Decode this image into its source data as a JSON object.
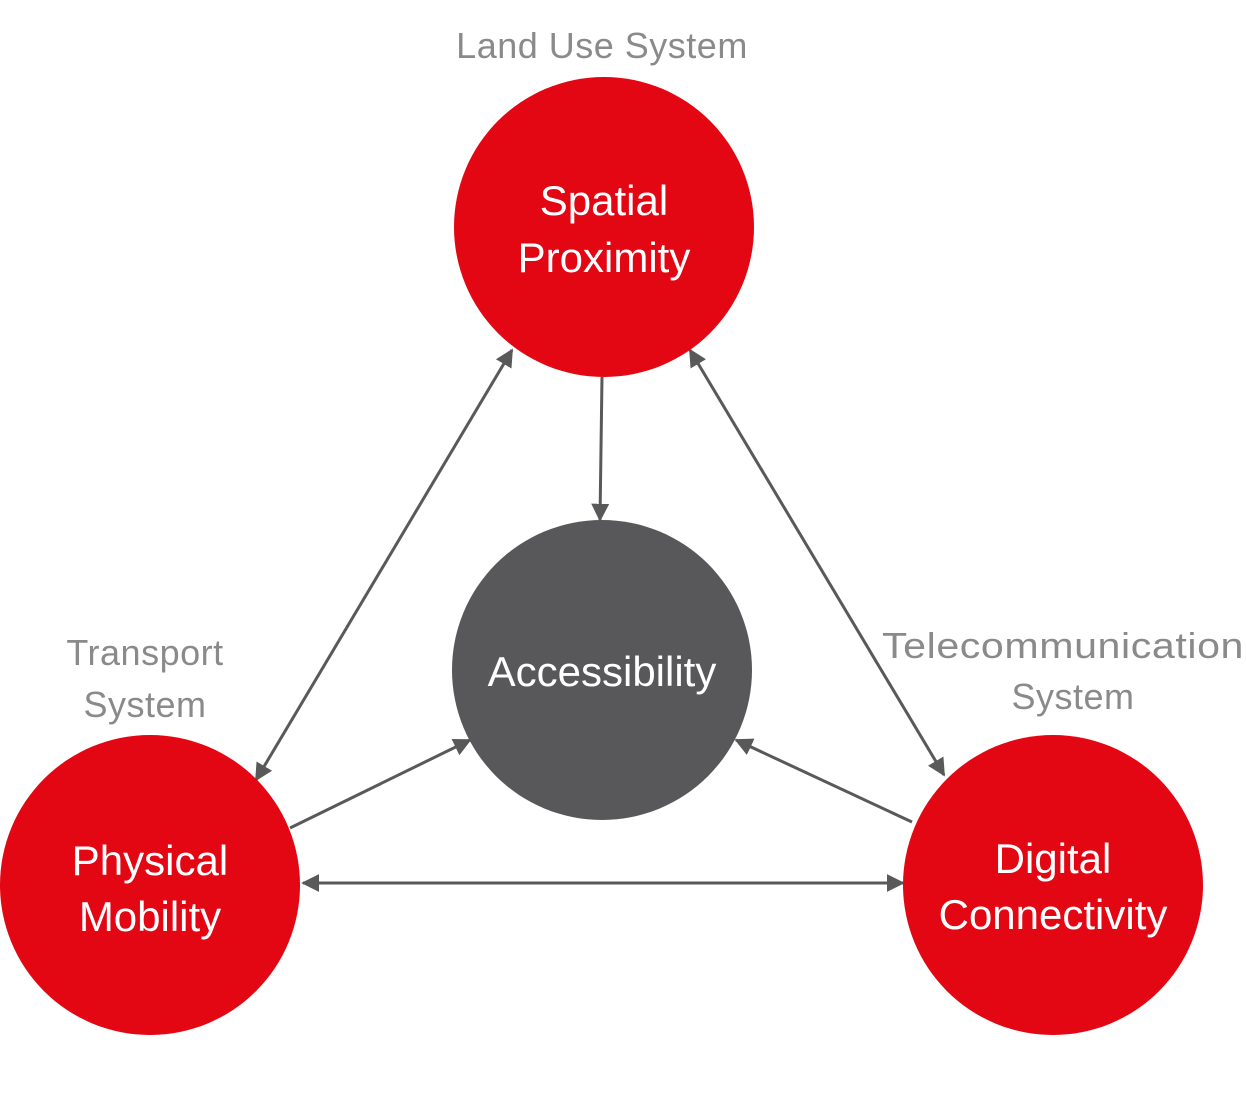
{
  "colors": {
    "red_node": "#e30613",
    "center_node": "#58585a",
    "arrow": "#595959",
    "caption_text": "#8a8a8a",
    "node_text": "#ffffff"
  },
  "captions": {
    "land_use": "Land Use  System",
    "transport_line1": "Transport",
    "transport_line2": "System",
    "telecom_line1": "Telecommunication",
    "telecom_line2": "System"
  },
  "nodes": {
    "spatial_proximity": {
      "line1": "Spatial",
      "line2": "Proximity"
    },
    "accessibility": {
      "line1": "Accessibility"
    },
    "physical_mobility": {
      "line1": "Physical",
      "line2": "Mobility"
    },
    "digital_connectivity": {
      "line1": "Digital",
      "line2": "Connectivity"
    }
  },
  "edges": [
    {
      "from": "spatial_proximity",
      "to": "accessibility",
      "direction": "one-way"
    },
    {
      "from": "physical_mobility",
      "to": "accessibility",
      "direction": "one-way"
    },
    {
      "from": "digital_connectivity",
      "to": "accessibility",
      "direction": "one-way"
    },
    {
      "from": "spatial_proximity",
      "to": "physical_mobility",
      "direction": "two-way"
    },
    {
      "from": "spatial_proximity",
      "to": "digital_connectivity",
      "direction": "two-way"
    },
    {
      "from": "physical_mobility",
      "to": "digital_connectivity",
      "direction": "two-way"
    }
  ]
}
